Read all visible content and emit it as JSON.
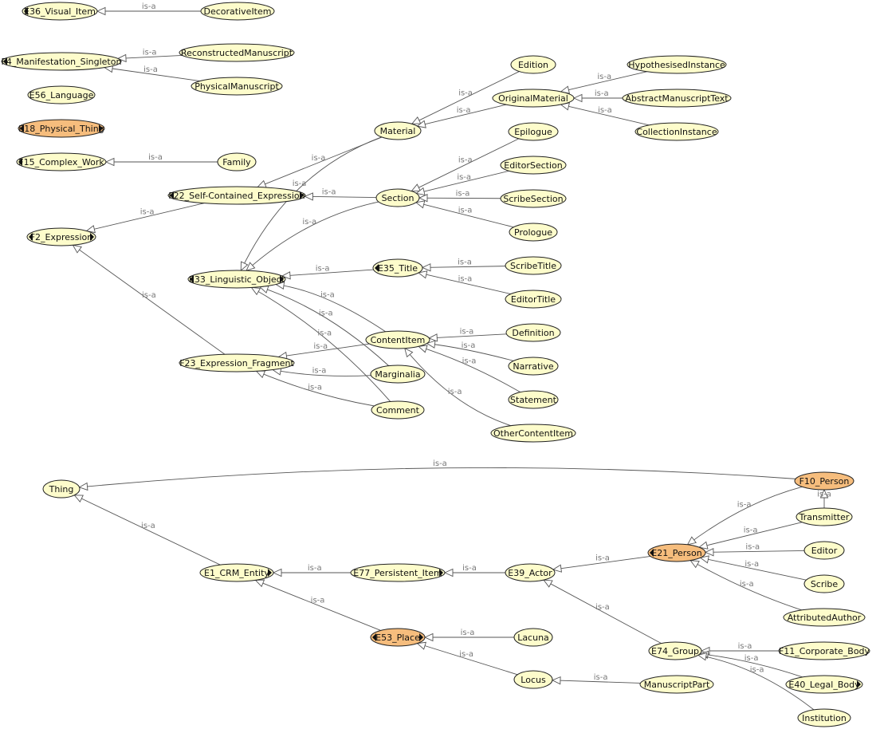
{
  "colors": {
    "class_fill": "#fdfccb",
    "highlight_fill": "#f6bd7d",
    "edge": "#555555",
    "label": "#777777"
  },
  "edge_label": "is-a",
  "nodes": [
    {
      "id": "e36",
      "label": "E36_Visual_Item",
      "ml": true,
      "mr": false
    },
    {
      "id": "deco",
      "label": "DecorativeItem"
    },
    {
      "id": "f4",
      "label": "F4_Manifestation_Singleton",
      "ml": true,
      "mr": false
    },
    {
      "id": "recon",
      "label": "ReconstructedManuscript"
    },
    {
      "id": "phys",
      "label": "PhysicalManuscript"
    },
    {
      "id": "e56",
      "label": "E56_Language"
    },
    {
      "id": "e18",
      "label": "E18_Physical_Thing",
      "ml": true,
      "mr": true,
      "hl": true
    },
    {
      "id": "f15",
      "label": "F15_Complex_Work",
      "ml": true,
      "mr": false
    },
    {
      "id": "family",
      "label": "Family"
    },
    {
      "id": "f2",
      "label": "F2_Expression",
      "ml": true,
      "mr": true
    },
    {
      "id": "f22",
      "label": "F22_Self-Contained_Expression",
      "ml": true,
      "mr": true
    },
    {
      "id": "e33",
      "label": "E33_Linguistic_Object",
      "ml": true,
      "mr": true
    },
    {
      "id": "f23",
      "label": "F23_Expression_Fragment"
    },
    {
      "id": "material",
      "label": "Material"
    },
    {
      "id": "section",
      "label": "Section"
    },
    {
      "id": "e35",
      "label": "E35_Title",
      "ml": true,
      "mr": false
    },
    {
      "id": "contentitem",
      "label": "ContentItem"
    },
    {
      "id": "marginalia",
      "label": "Marginalia"
    },
    {
      "id": "comment",
      "label": "Comment"
    },
    {
      "id": "edition",
      "label": "Edition"
    },
    {
      "id": "origmat",
      "label": "OriginalMaterial"
    },
    {
      "id": "hypo",
      "label": "HypothesisedInstance"
    },
    {
      "id": "abstract",
      "label": "AbstractManuscriptText"
    },
    {
      "id": "collection",
      "label": "CollectionInstance"
    },
    {
      "id": "epilogue",
      "label": "Epilogue"
    },
    {
      "id": "editorsec",
      "label": "EditorSection"
    },
    {
      "id": "scribesec",
      "label": "ScribeSection"
    },
    {
      "id": "prologue",
      "label": "Prologue"
    },
    {
      "id": "scribetitle",
      "label": "ScribeTitle"
    },
    {
      "id": "editortitle",
      "label": "EditorTitle"
    },
    {
      "id": "definition",
      "label": "Definition"
    },
    {
      "id": "narrative",
      "label": "Narrative"
    },
    {
      "id": "statement",
      "label": "Statement"
    },
    {
      "id": "othercontent",
      "label": "OtherContentItem"
    },
    {
      "id": "thing",
      "label": "Thing"
    },
    {
      "id": "e1",
      "label": "E1_CRM_Entity",
      "ml": false,
      "mr": true
    },
    {
      "id": "e77",
      "label": "E77_Persistent_Item",
      "ml": false,
      "mr": true
    },
    {
      "id": "e39",
      "label": "E39_Actor"
    },
    {
      "id": "e53",
      "label": "E53_Place",
      "ml": true,
      "mr": true,
      "hl": true
    },
    {
      "id": "lacuna",
      "label": "Lacuna"
    },
    {
      "id": "locus",
      "label": "Locus"
    },
    {
      "id": "mspart",
      "label": "ManuscriptPart"
    },
    {
      "id": "e74",
      "label": "E74_Group"
    },
    {
      "id": "e21",
      "label": "E21_Person",
      "ml": true,
      "mr": false,
      "hl": true
    },
    {
      "id": "f10",
      "label": "F10_Person",
      "hl": true
    },
    {
      "id": "transmitter",
      "label": "Transmitter"
    },
    {
      "id": "editor",
      "label": "Editor"
    },
    {
      "id": "scribe",
      "label": "Scribe"
    },
    {
      "id": "attributed",
      "label": "AttributedAuthor"
    },
    {
      "id": "f11",
      "label": "F11_Corporate_Body"
    },
    {
      "id": "e40",
      "label": "E40_Legal_Body",
      "ml": false,
      "mr": true
    },
    {
      "id": "institution",
      "label": "Institution"
    }
  ],
  "edges": [
    {
      "child": "deco",
      "parent": "e36"
    },
    {
      "child": "recon",
      "parent": "f4"
    },
    {
      "child": "phys",
      "parent": "f4"
    },
    {
      "child": "family",
      "parent": "f15"
    },
    {
      "child": "f22",
      "parent": "f2"
    },
    {
      "child": "f23",
      "parent": "f2"
    },
    {
      "child": "material",
      "parent": "f22"
    },
    {
      "child": "section",
      "parent": "f22"
    },
    {
      "child": "material",
      "parent": "e33"
    },
    {
      "child": "section",
      "parent": "e33"
    },
    {
      "child": "e35",
      "parent": "e33"
    },
    {
      "child": "contentitem",
      "parent": "e33"
    },
    {
      "child": "marginalia",
      "parent": "e33"
    },
    {
      "child": "comment",
      "parent": "e33"
    },
    {
      "child": "contentitem",
      "parent": "f23"
    },
    {
      "child": "marginalia",
      "parent": "f23"
    },
    {
      "child": "comment",
      "parent": "f23"
    },
    {
      "child": "edition",
      "parent": "material"
    },
    {
      "child": "origmat",
      "parent": "material"
    },
    {
      "child": "hypo",
      "parent": "origmat"
    },
    {
      "child": "abstract",
      "parent": "origmat"
    },
    {
      "child": "collection",
      "parent": "origmat"
    },
    {
      "child": "epilogue",
      "parent": "section"
    },
    {
      "child": "editorsec",
      "parent": "section"
    },
    {
      "child": "scribesec",
      "parent": "section"
    },
    {
      "child": "prologue",
      "parent": "section"
    },
    {
      "child": "scribetitle",
      "parent": "e35"
    },
    {
      "child": "editortitle",
      "parent": "e35"
    },
    {
      "child": "definition",
      "parent": "contentitem"
    },
    {
      "child": "narrative",
      "parent": "contentitem"
    },
    {
      "child": "statement",
      "parent": "contentitem"
    },
    {
      "child": "othercontent",
      "parent": "contentitem"
    },
    {
      "child": "f10",
      "parent": "thing"
    },
    {
      "child": "e1",
      "parent": "thing"
    },
    {
      "child": "e77",
      "parent": "e1"
    },
    {
      "child": "e53",
      "parent": "e1"
    },
    {
      "child": "e39",
      "parent": "e77"
    },
    {
      "child": "e21",
      "parent": "e39"
    },
    {
      "child": "e74",
      "parent": "e39"
    },
    {
      "child": "lacuna",
      "parent": "e53"
    },
    {
      "child": "locus",
      "parent": "e53"
    },
    {
      "child": "mspart",
      "parent": "locus"
    },
    {
      "child": "f10",
      "parent": "e21"
    },
    {
      "child": "transmitter",
      "parent": "e21"
    },
    {
      "child": "editor",
      "parent": "e21"
    },
    {
      "child": "scribe",
      "parent": "e21"
    },
    {
      "child": "attributed",
      "parent": "e21"
    },
    {
      "child": "transmitter",
      "parent": "f10"
    },
    {
      "child": "f11",
      "parent": "e74"
    },
    {
      "child": "e40",
      "parent": "e74"
    },
    {
      "child": "institution",
      "parent": "e74"
    }
  ]
}
